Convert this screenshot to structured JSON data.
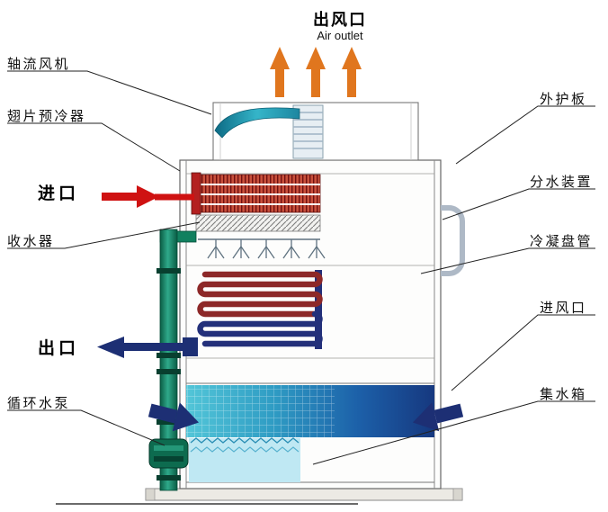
{
  "air_outlet": {
    "zh": "出风口",
    "en": "Air outlet"
  },
  "labels": {
    "axial_fan": "轴流风机",
    "fin_precooler": "翅片预冷器",
    "inlet": "进口",
    "drift_eliminator": "收水器",
    "outlet": "出口",
    "circulating_pump": "循环水泵",
    "outer_panel": "外护板",
    "water_distributor": "分水装置",
    "condensing_coil": "冷凝盘管",
    "air_inlet": "进风口",
    "water_tank": "集水箱"
  },
  "colors": {
    "air_outlet_arrow": "#e0761e",
    "inlet_arrow": "#cf1212",
    "outlet_arrow": "#1d2f74",
    "fan_blade": "#1d86a0",
    "circulation_pipe": "#11805f",
    "coil_hot": "#8d2828",
    "coil_cold": "#23307a",
    "basin_left": "#53c6d8",
    "basin_right": "#16387f",
    "water": "#bfe8f3"
  }
}
